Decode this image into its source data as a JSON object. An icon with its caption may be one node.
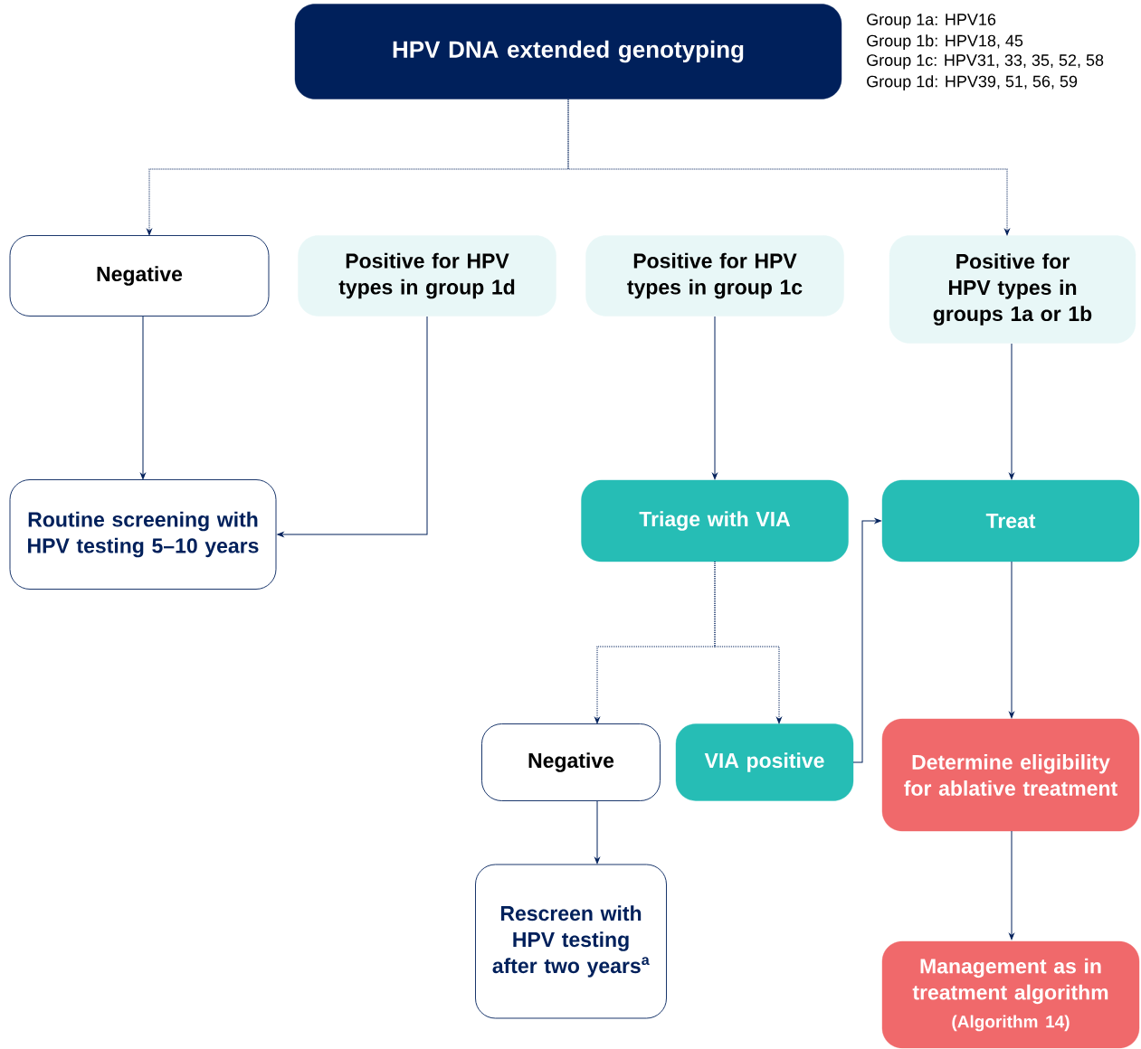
{
  "diagram": {
    "nodes": [
      {
        "text": [
          "HPV DNA extended genotyping"
        ]
      },
      {
        "text": [
          "Negative"
        ]
      },
      {
        "text": [
          "Positive for HPV types in group 1d"
        ]
      },
      {
        "text": [
          "Positive for HPV types in group 1c"
        ]
      },
      {
        "text": [
          "Positive for HPV types in groups 1a or 1b"
        ]
      },
      {
        "text": [
          "Routine screening with HPV testing 5–10 years"
        ]
      },
      {
        "text": [
          "Triage with VIA"
        ]
      },
      {
        "text": [
          "Treat"
        ]
      },
      {
        "text": [
          "Negative"
        ]
      },
      {
        "text": [
          "VIA positive"
        ]
      },
      {
        "text": [
          "Determine eligibility for ablative treatment"
        ]
      },
      {
        "text": [
          "Rescreen with HPV testing after two years$^{a}$"
        ]
      },
      {
        "text": [
          "Management as in treatment algorithm",
          "(Algorithm 14)"
        ]
      }
    ],
    "edges": [
      {
        "from": 0,
        "to": 1,
        "arrow": "to",
        "style": "dashed"
      },
      {
        "from": 0,
        "to": 4,
        "arrow": "to",
        "style": "dashed"
      },
      {
        "from": 1,
        "to": 5,
        "arrow": "to"
      },
      {
        "from": 2,
        "to": 5,
        "arrow": "to"
      },
      {
        "from": 3,
        "to": 6,
        "arrow": "to"
      },
      {
        "from": 4,
        "to": 7,
        "arrow": "to"
      },
      {
        "from": 6,
        "to": 8,
        "arrow": "to",
        "style": "dashed"
      },
      {
        "from": 6,
        "to": 9,
        "arrow": "to",
        "style": "dashed"
      },
      {
        "from": 9,
        "to": 7,
        "arrow": "to"
      },
      {
        "from": 7,
        "to": 10,
        "arrow": "to"
      },
      {
        "from": 10,
        "to": 12,
        "arrow": "to"
      },
      {
        "from": 8,
        "to": 11,
        "arrow": "to"
      }
    ],
    "labels": [
      "Group 1a:  HPV16",
      "Group 1b:  HPV18, 45",
      "Group 1c:  HPV31, 33, 35, 52, 58",
      "Group 1d:  HPV39, 51, 56, 59"
    ]
  }
}
